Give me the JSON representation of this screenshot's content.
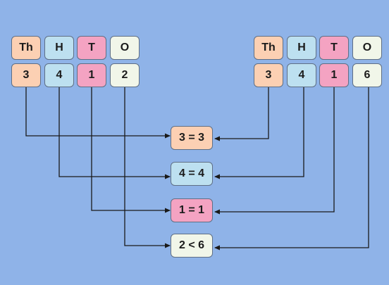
{
  "colors": {
    "background": "#8fb3e8",
    "thousands": "#fcd0b3",
    "hundreds": "#bde0f0",
    "tens": "#f4a3c2",
    "ones": "#f1f6e9",
    "wire": "#1a1a1a"
  },
  "left_number": {
    "headers": [
      "Th",
      "H",
      "T",
      "O"
    ],
    "digits": [
      "3",
      "4",
      "1",
      "2"
    ]
  },
  "right_number": {
    "headers": [
      "Th",
      "H",
      "T",
      "O"
    ],
    "digits": [
      "3",
      "4",
      "1",
      "6"
    ]
  },
  "comparisons": [
    "3 = 3",
    "4 = 4",
    "1 = 1",
    "2 < 6"
  ]
}
